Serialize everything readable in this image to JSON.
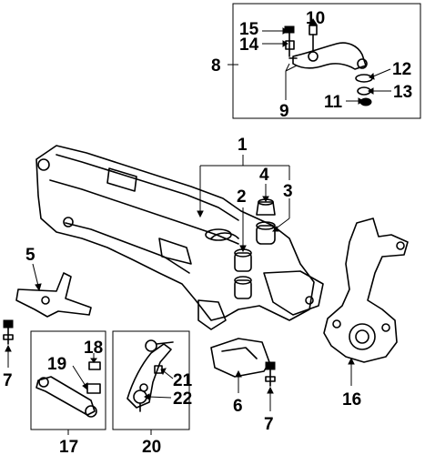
{
  "callouts": {
    "c1": "1",
    "c2": "2",
    "c3": "3",
    "c4": "4",
    "c5": "5",
    "c6": "6",
    "c7a": "7",
    "c7b": "7",
    "c8": "8",
    "c9": "9",
    "c10": "10",
    "c11": "11",
    "c12": "12",
    "c13": "13",
    "c14": "14",
    "c15": "15",
    "c16": "16",
    "c17": "17",
    "c18": "18",
    "c19": "19",
    "c20": "20",
    "c21": "21",
    "c22": "22"
  },
  "colors": {
    "ink": "#000000",
    "background": "#ffffff"
  }
}
